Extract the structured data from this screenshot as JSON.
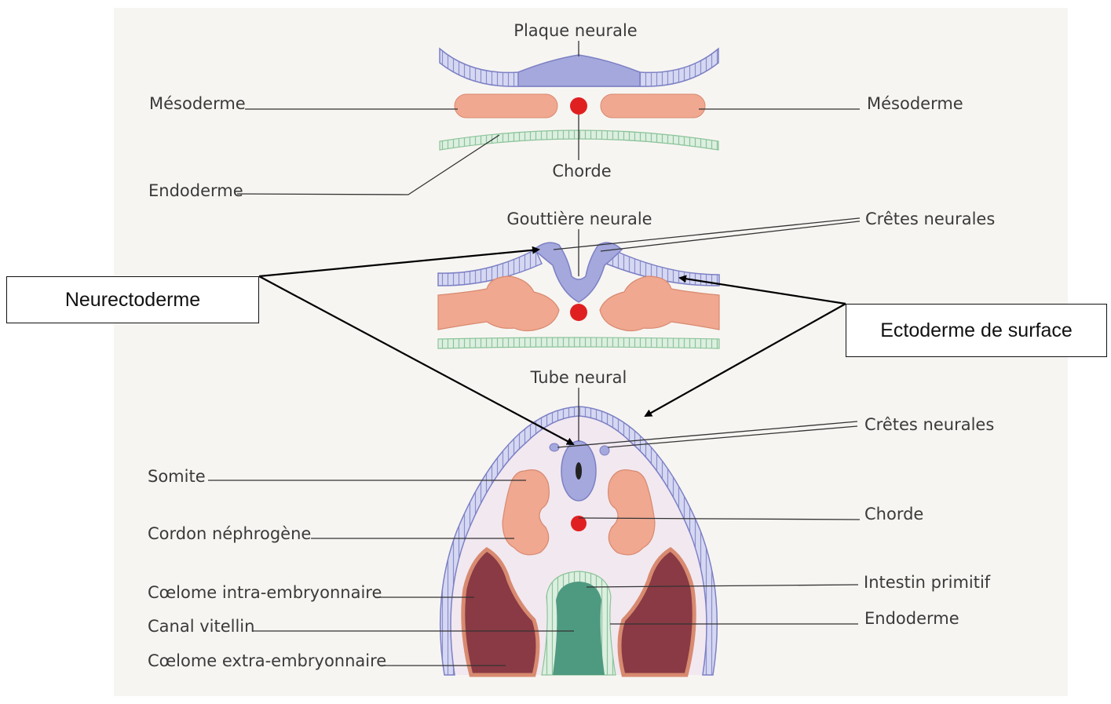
{
  "labels": {
    "plaque_neurale": "Plaque neurale",
    "mesoderme_left": "Mésoderme",
    "mesoderme_right": "Mésoderme",
    "chorde_top": "Chorde",
    "endoderme_top": "Endoderme",
    "gouttiere_neurale": "Gouttière neurale",
    "cretes_neurales_mid": "Crêtes neurales",
    "tube_neural": "Tube neural",
    "cretes_neurales_bottom": "Crêtes neurales",
    "somite": "Somite",
    "chorde_bottom": "Chorde",
    "cordon_nephrogene": "Cordon néphrogène",
    "intestin_primitif": "Intestin primitif",
    "coelome_intra": "Cœlome intra-embryonnaire",
    "endoderme_bottom": "Endoderme",
    "canal_vitellin": "Canal vitellin",
    "coelome_extra": "Cœlome extra-embryonnaire"
  },
  "callouts": {
    "neurectoderme": "Neurectoderme",
    "ectoderme_surface": "Ectoderme de surface"
  },
  "colors": {
    "neural": "#a4a8dc",
    "mesoderm": "#f0a890",
    "notochord": "#e02020",
    "endoderm": "#c8e4cc",
    "coelom": "#8a3a44",
    "gut": "#4e9a80"
  }
}
